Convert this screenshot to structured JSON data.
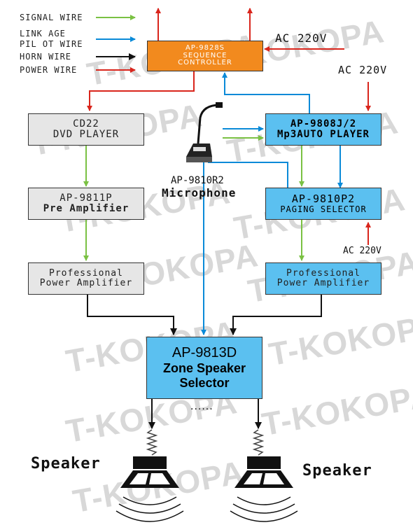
{
  "legend": {
    "signal": "SIGNAL WIRE",
    "link_line1": "LINK AGE",
    "link_line2": "PIL OT WIRE",
    "horn": "HORN WIRE",
    "power": "POWER WIRE"
  },
  "watermark": "T-KOKOPA",
  "sequence": {
    "line1": "AP-9828S",
    "line2": "SEQUENCE",
    "line3": "CONTROLLER"
  },
  "ac_top": "AC 220V",
  "ac_right": "AC 220V",
  "ac_paging": "AC 220V",
  "dvd": {
    "line1": "CD22",
    "line2": "DVD PLAYER"
  },
  "mp3": {
    "line1": "AP-9808J/2",
    "line2": "Mp3AUTO PLAYER"
  },
  "microphone": {
    "model": "AP-9810R2",
    "label": "Microphone"
  },
  "pre_amp": {
    "line1": "AP-9811P",
    "line2": "Pre Amplifier"
  },
  "paging": {
    "line1": "AP-9810P2",
    "line2": "PAGING SELECTOR"
  },
  "power_amp_left": {
    "line1": "Professional",
    "line2": "Power Amplifier"
  },
  "power_amp_right": {
    "line1": "Professional",
    "line2": "Power Amplifier"
  },
  "zone": {
    "line1": "AP-9813D",
    "line2": "Zone Speaker",
    "line3": "Selector"
  },
  "dots": "......",
  "speaker_left": "Speaker",
  "speaker_right": "Speaker",
  "colors": {
    "signal": "#7ac143",
    "link": "#0a8ad8",
    "horn": "#111111",
    "power": "#d9251c",
    "blue_box": "#5bc0f0",
    "gray_box": "#e6e6e6",
    "orange_box": "#f28a1e"
  }
}
